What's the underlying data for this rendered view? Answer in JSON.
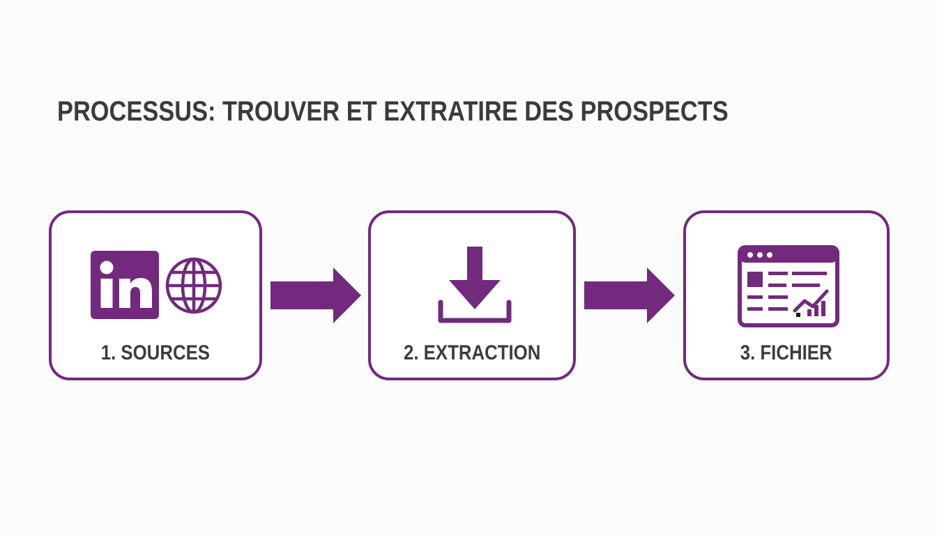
{
  "title": "PROCESSUS: TROUVER ET EXTRATIRE DES PROSPECTS",
  "accent_color": "#72297e",
  "steps": [
    {
      "label": "1. SOURCES",
      "icons": [
        "linkedin-icon",
        "globe-icon"
      ]
    },
    {
      "label": "2. EXTRACTION",
      "icons": [
        "download-icon"
      ]
    },
    {
      "label": "3. FICHIER",
      "icons": [
        "spreadsheet-chart-icon"
      ]
    }
  ],
  "connectors": [
    "arrow-right-icon",
    "arrow-right-icon"
  ]
}
